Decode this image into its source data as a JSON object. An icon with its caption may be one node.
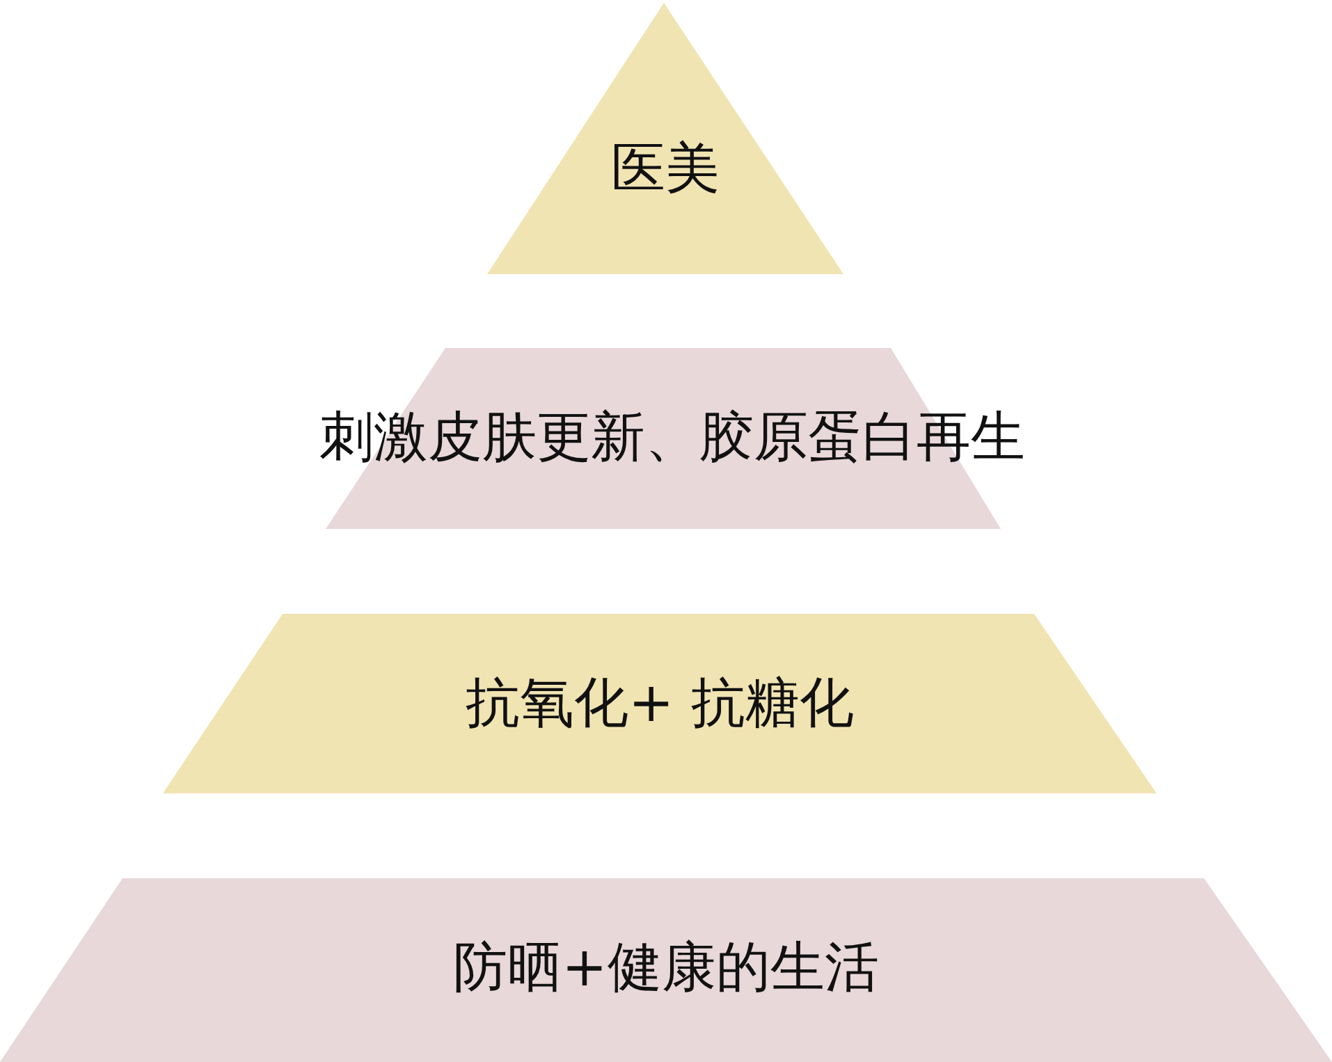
{
  "diagram": {
    "nodes": [
      {
        "text": [
          "医美"
        ]
      },
      {
        "text": [
          "刺激皮肤更新、胶原蛋白再生"
        ]
      },
      {
        "text": [
          "抗氧化+ 抗糖化"
        ]
      },
      {
        "text": [
          "防晒+健康的生活"
        ]
      }
    ]
  }
}
